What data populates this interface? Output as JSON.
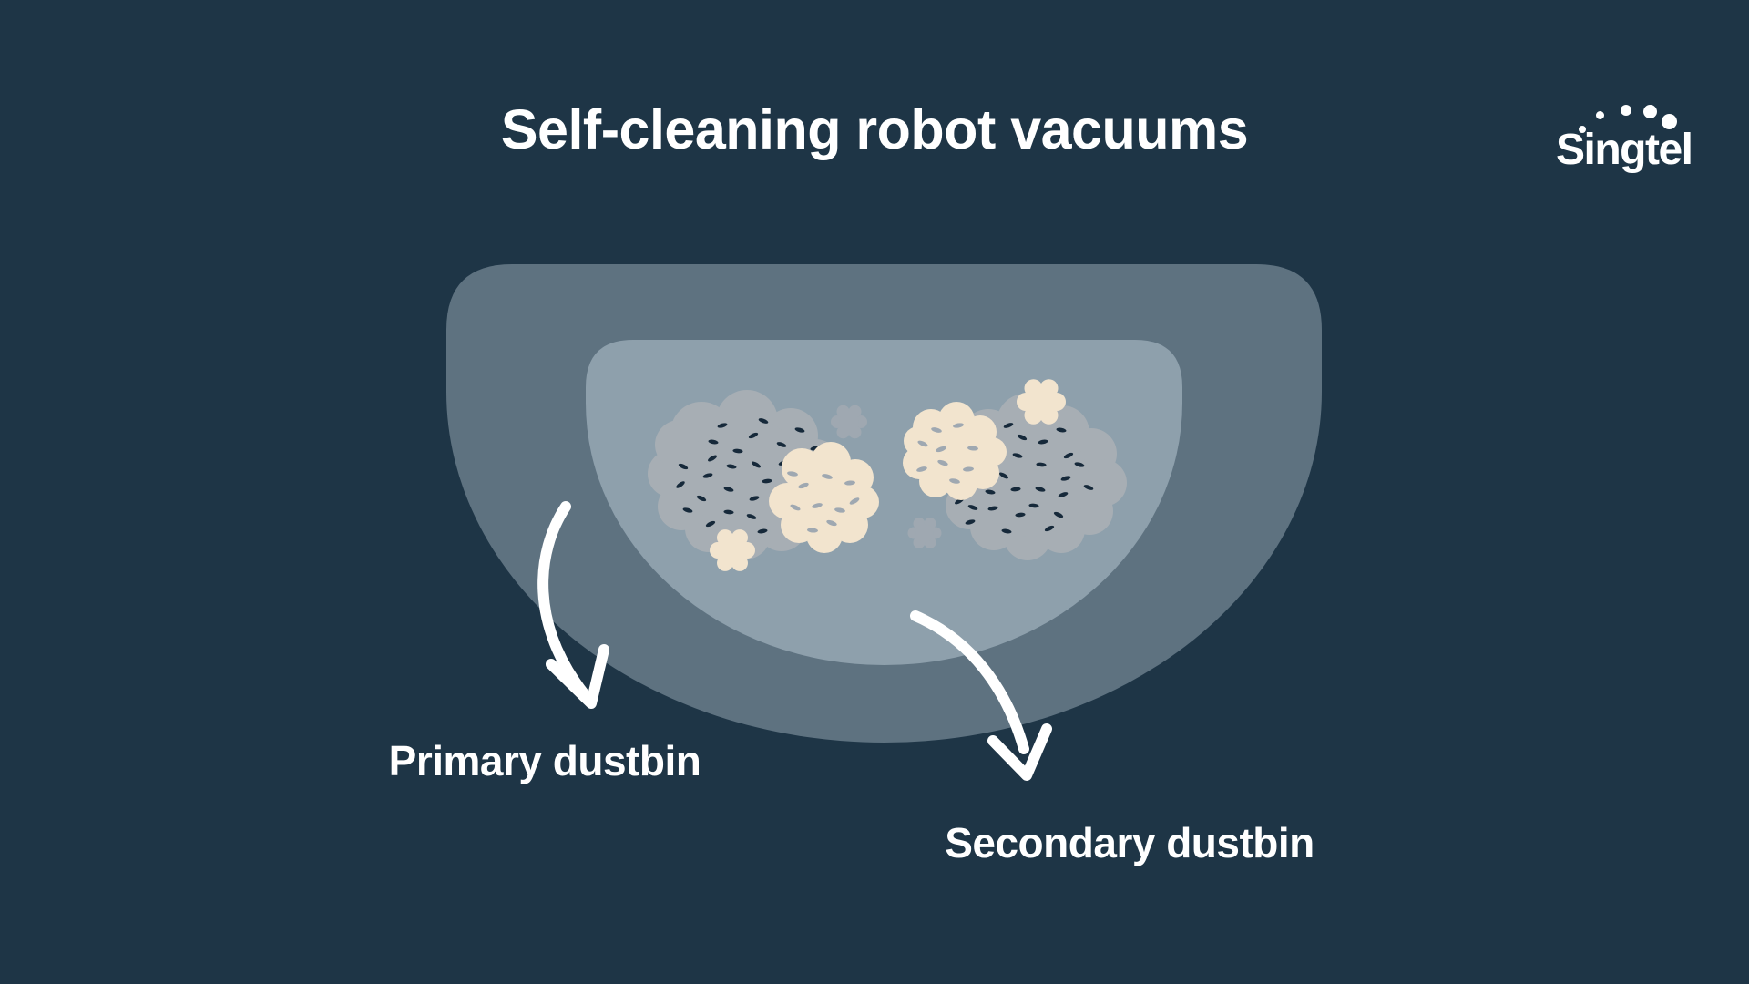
{
  "title": "Self-cleaning robot vacuums",
  "brand": {
    "name": "Singtel",
    "logo_dots": 5
  },
  "labels": {
    "primary": "Primary dustbin",
    "secondary": "Secondary dustbin"
  },
  "colors": {
    "background": "#1E3546",
    "outer_dustbin": "#5E7280",
    "inner_dustbin": "#8EA0AC",
    "dust_gray": "#A7AEB4",
    "dust_cream": "#F2E4CE",
    "speck_dark": "#16293A",
    "speck_gray": "#9FA8B1",
    "text": "#FFFFFF"
  }
}
